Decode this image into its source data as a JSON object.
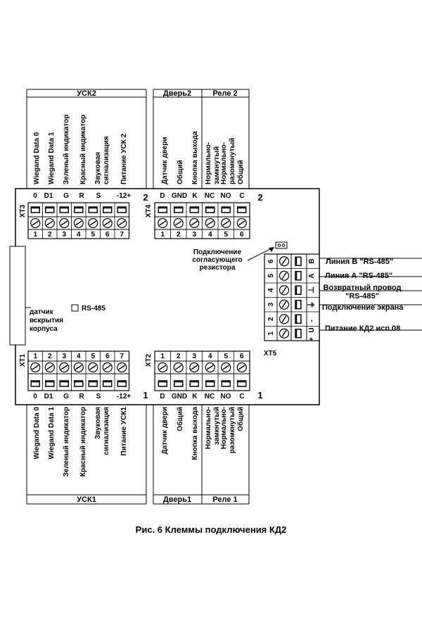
{
  "caption": "Рис. 6 Клеммы подключения КД2",
  "usk2": {
    "title": "УСК2",
    "pin_labels": [
      "0",
      "D1",
      "G",
      "R",
      "S",
      "-12+"
    ],
    "pin_numbers": [
      "1",
      "2",
      "3",
      "4",
      "5",
      "6",
      "7"
    ],
    "terminal": "XT3",
    "side_number": "2",
    "wires": [
      "Wiegand Data 0",
      "Wiegand Data 1",
      "Зеленый индикатор",
      "Красный индикатор",
      "Звуковая",
      "сигнализация",
      "Питание УСК 2"
    ]
  },
  "door2": {
    "title": "Дверь2",
    "pin_labels": [
      "D",
      "GND",
      "K"
    ],
    "pin_numbers": [
      "1",
      "2",
      "3"
    ],
    "terminal": "XT4",
    "wires": [
      "Датчик двери",
      "Общий",
      "Кнопка выхода"
    ]
  },
  "relay2": {
    "title": "Реле 2",
    "pin_labels": [
      "NC",
      "NO",
      "C"
    ],
    "pin_numbers": [
      "4",
      "5",
      "6"
    ],
    "side_number": "2",
    "wires": [
      "Нормально-",
      "замкнутый",
      "Нормально-",
      "разомкнутый",
      "Общий"
    ]
  },
  "usk1": {
    "title": "УСК1",
    "pin_labels": [
      "0",
      "D1",
      "G",
      "R",
      "S",
      "-12+"
    ],
    "pin_numbers": [
      "1",
      "2",
      "3",
      "4",
      "5",
      "6",
      "7"
    ],
    "terminal": "XT1",
    "side_number": "1",
    "wires": [
      "Wiegand Data 0",
      "Wiegand Data 1",
      "Зеленый индикатор",
      "Красный индикатор",
      "Звуковая",
      "сигнализация",
      "Питание УСК1"
    ]
  },
  "door1": {
    "title": "Дверь1",
    "pin_labels": [
      "D",
      "GND",
      "K"
    ],
    "pin_numbers": [
      "1",
      "2",
      "3"
    ],
    "terminal": "XT2",
    "wires": [
      "Датчик двери",
      "Общий",
      "Кнопка выхода"
    ]
  },
  "relay1": {
    "title": "Реле 1",
    "pin_labels": [
      "NC",
      "NO",
      "C"
    ],
    "pin_numbers": [
      "4",
      "5",
      "6"
    ],
    "side_number": "1",
    "wires": [
      "Нормально-",
      "замкнутый",
      "Нормально-",
      "разомкнутый",
      "Общий"
    ]
  },
  "xt5": {
    "terminal": "XT5",
    "pin_numbers": [
      "6",
      "5",
      "4",
      "3",
      "2",
      "1"
    ],
    "pin_labels": [
      "B",
      "A",
      "⊥",
      "⏚",
      "-",
      "U",
      "+"
    ],
    "lines": [
      "Линия В \"RS-485\"",
      "Линия А \"RS-485\"",
      "Возвратный провод",
      "\"RS-485\"",
      "Подключение экрана",
      "Питание КД2 исп.08"
    ]
  },
  "resistor_note": [
    "Подключение",
    "согласующего",
    "резистора"
  ],
  "tamper_note": [
    "датчик",
    "вскрытия",
    "корпуса"
  ],
  "rs485_label": "RS-485"
}
